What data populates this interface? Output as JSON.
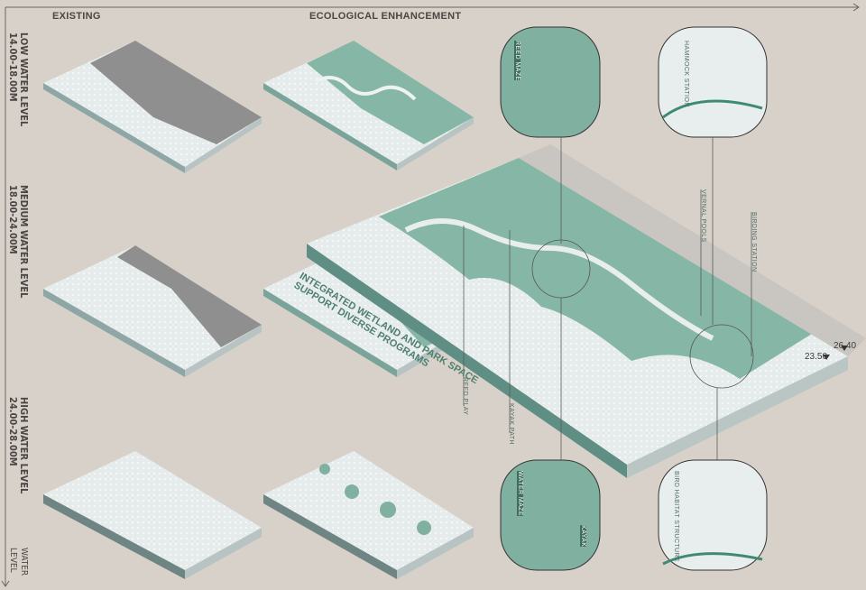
{
  "headers": {
    "existing": "EXISTING",
    "enhancement": "ECOLOGICAL ENHANCEMENT"
  },
  "axis": {
    "label": "WATER\nLEVEL"
  },
  "levels": [
    {
      "name": "LOW WATER LEVEL",
      "range": "14.00-18.00M"
    },
    {
      "name": "MEDIUM WATER LEVEL",
      "range": "18.00-24.00M"
    },
    {
      "name": "HIGH WATER LEVEL",
      "range": "24.00-28.00M"
    }
  ],
  "slogan": "INTEGRATED WETLAND AND PARK SPACE\nSUPPORT DIVERSE PROGRAMS",
  "callouts": {
    "reed_play": "REED PLAY",
    "kayak_path": "KAYAK  PATH",
    "vernal_pools": "VERNAL POOLS",
    "birding_station": "BIRDING STATION"
  },
  "details": {
    "reed_maze": "REED MAZE",
    "hammock_station": "HAMMOCK STATION",
    "water_maze": "WATER MAZE",
    "kayak": "KAYAK",
    "bird_habitat": "BIRD HABITAT STRUCTURE"
  },
  "elevations": {
    "upper": "26.40",
    "lower": "23.50"
  },
  "colors": {
    "background": "#d8d1c9",
    "wetland": "#7fb0a0",
    "water": "#e8eeee",
    "existing_ground": "#8d8d8d",
    "text": "#4a4644"
  }
}
